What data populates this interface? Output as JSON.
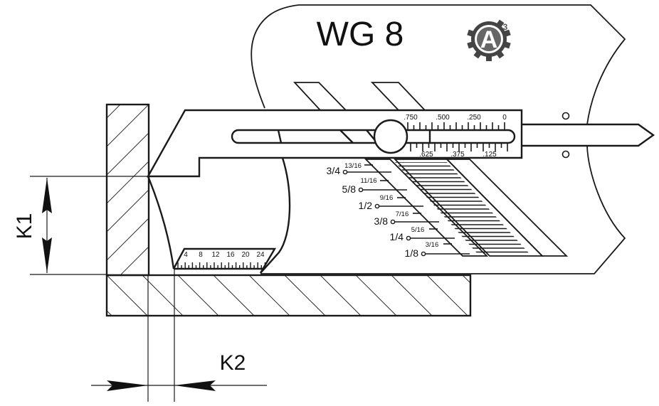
{
  "title": "WG 8",
  "logo": {
    "icon": "gear-a3-logo-icon",
    "letter": "A",
    "superscript": "3",
    "color": "#555555"
  },
  "dimensions": {
    "k1": "K1",
    "k2": "K2"
  },
  "inch_scale": {
    "top_labels": [
      ".750",
      ".500",
      ".250",
      "0"
    ],
    "bottom_labels": [
      ".625",
      ".375",
      ".125"
    ]
  },
  "fraction_scale": {
    "major": [
      "3/4",
      "5/8",
      "1/2",
      "3/8",
      "1/4",
      "1/8"
    ],
    "minor": [
      "13/16",
      "11/16",
      "9/16",
      "7/16",
      "5/16",
      "3/16"
    ]
  },
  "mm_scale": {
    "labels": [
      "4",
      "8",
      "12",
      "16",
      "20",
      "24"
    ]
  },
  "colors": {
    "line": "#1a1a1a",
    "background": "#ffffff"
  }
}
